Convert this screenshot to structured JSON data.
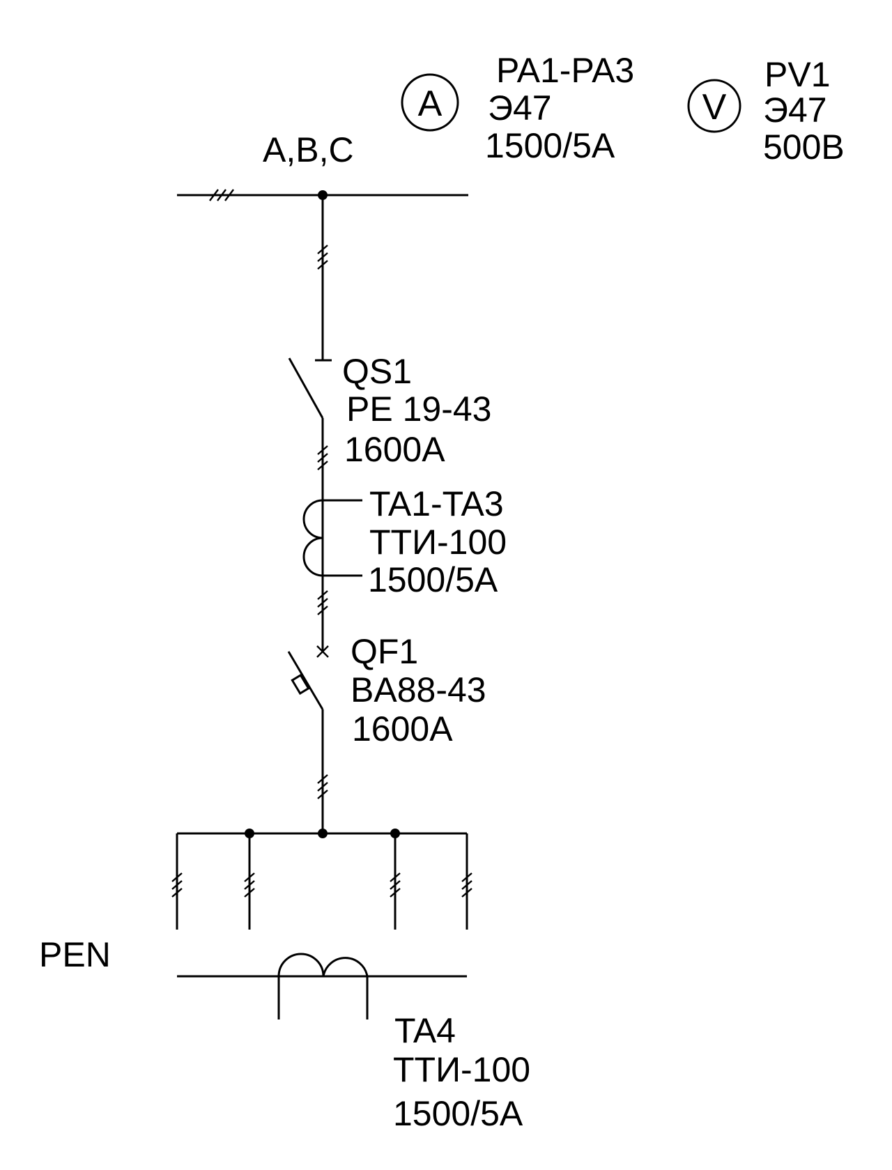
{
  "ammeter": {
    "symbol": "A",
    "designation": "PA1-PA3",
    "type": "Э47",
    "rating": "1500/5A"
  },
  "voltmeter": {
    "symbol": "V",
    "designation": "PV1",
    "type": "Э47",
    "rating": "500B"
  },
  "busbar": {
    "phases_label": "A,B,C"
  },
  "switch_qs1": {
    "designation": "QS1",
    "type": "PE 19-43",
    "rating": "1600A"
  },
  "ct_ta1_ta3": {
    "designation": "TA1-TA3",
    "type": "ТТИ-100",
    "rating": "1500/5A"
  },
  "breaker_qf1": {
    "designation": "QF1",
    "type": "BA88-43",
    "rating": "1600A"
  },
  "pen": {
    "label": "PEN"
  },
  "ct_ta4": {
    "designation": "TA4",
    "type": "ТТИ-100",
    "rating": "1500/5A"
  }
}
